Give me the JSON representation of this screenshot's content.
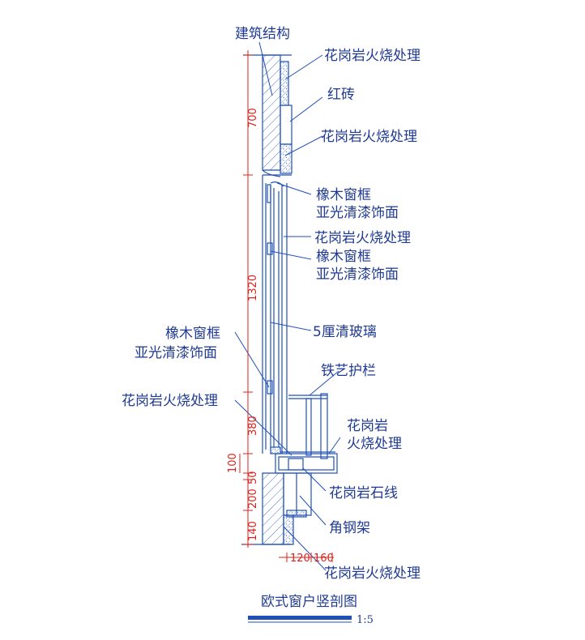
{
  "labels": {
    "structure": "建筑结构",
    "granite_top": "花岗岩火烧处理",
    "brick": "红砖",
    "granite_upper": "花岗岩火烧处理",
    "oak1_a": "橡木窗框",
    "oak1_b": "亚光清漆饰面",
    "granite_mid": "花岗岩火烧处理",
    "oak2_a": "橡木窗框",
    "oak2_b": "亚光清漆饰面",
    "glass": "5厘清玻璃",
    "oak3_a": "橡木窗框",
    "oak3_b": "亚光清漆饰面",
    "railing": "铁艺护栏",
    "granite_left": "花岗岩火烧处理",
    "granite_r_a": "花岗岩",
    "granite_r_b": "火烧处理",
    "granite_line": "花岗岩石线",
    "steel_frame": "角钢架",
    "granite_bottom": "花岗岩火烧处理"
  },
  "dimensions": {
    "d700": "700",
    "d1320": "1320",
    "d380": "380",
    "d100": "100",
    "d50": "50",
    "d200": "200",
    "d140": "140",
    "d120": "120",
    "d160": "160"
  },
  "title": "欧式窗户竖剖图",
  "scale": "1:5",
  "colors": {
    "line": "#1f4fb8",
    "dimension": "#e0201b",
    "text": "#1f3a93"
  }
}
